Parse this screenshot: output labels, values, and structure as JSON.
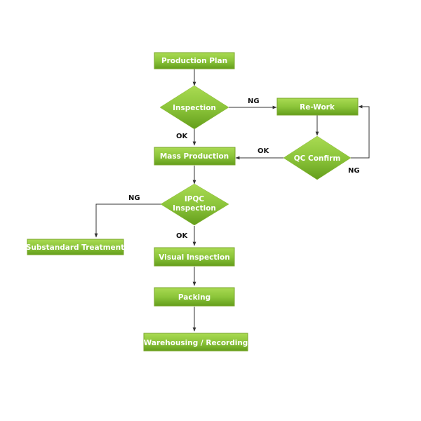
{
  "colors": {
    "node_top": "#a3d64a",
    "node_bottom": "#6aa31f",
    "line": "#333333"
  },
  "nodes": {
    "production_plan": "Production Plan",
    "inspection": "Inspection",
    "rework": "Re-Work",
    "mass_production": "Mass Production",
    "qc_confirm": "QC Confirm",
    "ipqc_line1": "IPQC",
    "ipqc_line2": "Inspection",
    "substandard": "Substandard Treatment",
    "visual_inspection": "Visual Inspection",
    "packing": "Packing",
    "warehousing": "Warehousing / Recording"
  },
  "edge_labels": {
    "inspection_ng": "NG",
    "inspection_ok": "OK",
    "qc_ok": "OK",
    "qc_ng": "NG",
    "ipqc_ng": "NG",
    "ipqc_ok": "OK"
  }
}
